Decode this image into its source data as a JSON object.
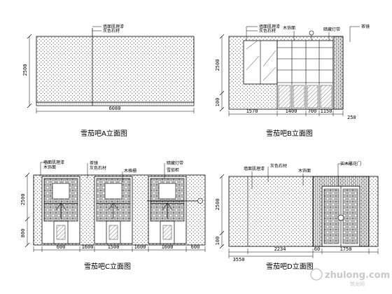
{
  "drawing": {
    "panel_a": {
      "caption": "雪茄吧A立面图",
      "height_dim": "2500",
      "width_dim": "6080",
      "annotations": [
        "墙面肌理漆",
        "灰色石材"
      ]
    },
    "panel_b": {
      "caption": "雪茄吧B立面图",
      "height_dim": "2500",
      "base_dim": "100",
      "bottom_dims": [
        "1570",
        "1400",
        "700",
        "1150",
        "250"
      ],
      "annotations": [
        "墙面肌理漆",
        "灰色石材",
        "木饰面",
        "暗藏灯带",
        "茶镜"
      ]
    },
    "panel_c": {
      "caption": "雪茄吧C立面图",
      "height_dim": "2500",
      "base_dim": "800",
      "bottom_dims": [
        "600",
        "1600",
        "1500",
        "1600",
        "1600",
        "600"
      ],
      "annotations": [
        "墙面肌理漆",
        "木饰面",
        "茶镜",
        "灰色石材",
        "木格栅",
        "暗藏灯带",
        "雪茄柜"
      ]
    },
    "panel_d": {
      "caption": "雪茄吧D立面图",
      "height_dim": "2500",
      "base_dim": "100",
      "bottom_dims": [
        "3550",
        "2234",
        "60",
        "1750"
      ],
      "annotations": [
        "墙面肌理漆",
        "灰色石材",
        "木饰面",
        "实木雕花门"
      ]
    },
    "watermark": {
      "brand": "zhulong.com",
      "sub": "筑龙网"
    }
  }
}
